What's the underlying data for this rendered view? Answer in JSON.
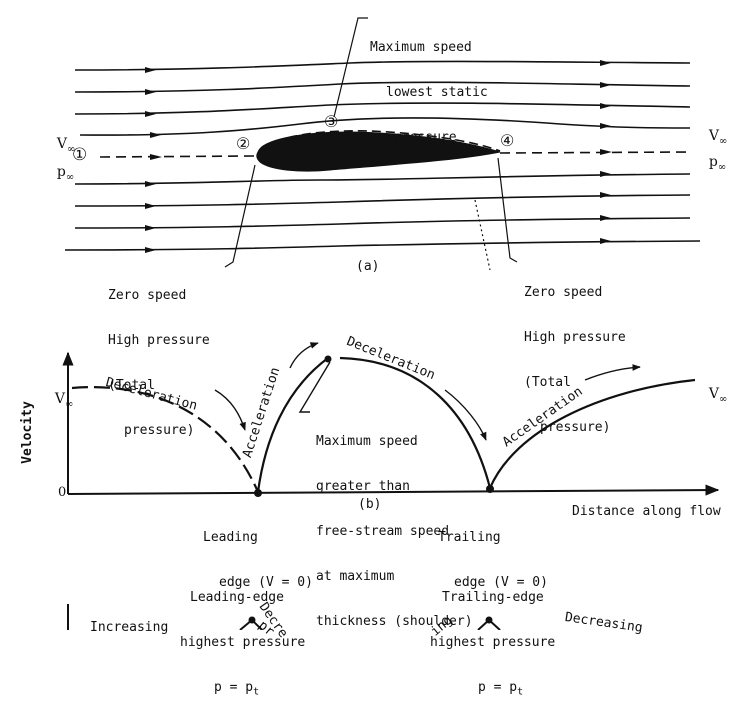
{
  "part_a": {
    "caption": "(a)",
    "max_speed_label": [
      "Maximum speed",
      "lowest static",
      "pressure"
    ],
    "v_inf_left": "V",
    "v_inf_right": "V",
    "inf_sub": "∞",
    "p_inf_left": "p",
    "p_inf_right": "p",
    "point_1": "①",
    "point_2": "②",
    "point_3": "③",
    "point_4": "④",
    "leading_label": [
      "Zero speed",
      "High pressure",
      "(Total",
      "pressure)"
    ],
    "trailing_label": [
      "Zero speed",
      "High pressure",
      "(Total",
      "pressure)"
    ]
  },
  "part_b": {
    "caption": "(b)",
    "y_axis_label": "Velocity",
    "v_inf_left": "V",
    "v_inf_right": "V",
    "inf_sub": "∞",
    "zero_label": "0",
    "deceleration_1": "Deceleration",
    "acceleration_1": "Acceleration",
    "deceleration_2": "Deceleration",
    "acceleration_2": "Acceleration",
    "shoulder_label": [
      "Maximum speed",
      "greater than",
      "free-stream speed",
      "at maximum",
      "thickness (shoulder)"
    ],
    "leading_edge": [
      "Leading",
      "edge (V = 0)"
    ],
    "trailing_edge": [
      "Trailing",
      "edge (V = 0)"
    ],
    "x_axis_label": "Distance along flow"
  },
  "part_c": {
    "leading_top": [
      "Leading-edge",
      "highest pressure",
      "p = p"
    ],
    "trailing_top": [
      "Trailing-edge",
      "highest pressure",
      "p = p"
    ],
    "t_sub": "t",
    "increasing": "Increasing",
    "decreasing": "Decreasing",
    "decr_fragment": "Decre",
    "pr_fragment": "pr",
    "ing_fragment": "ing"
  }
}
